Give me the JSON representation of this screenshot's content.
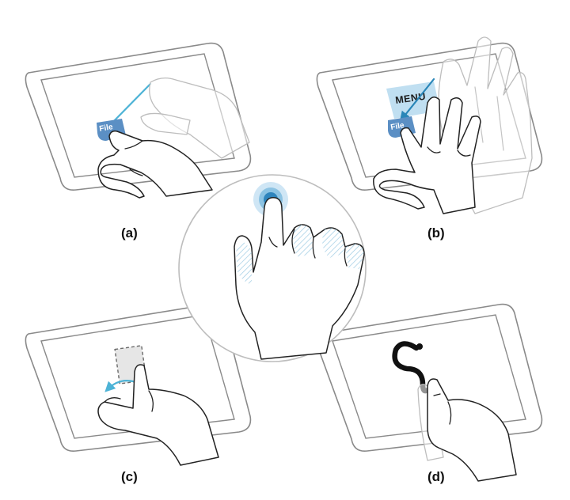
{
  "colors": {
    "accent": "#4db3d6",
    "accent_dark": "#2a86b8",
    "button_blue": "#5b8fc4",
    "menu_fill": "#b9dcef",
    "hatch": "#9ccbe3",
    "stroke_gesture": "#111111"
  },
  "panels": {
    "a": {
      "label": "(a)",
      "button_text": "File"
    },
    "b": {
      "label": "(b)",
      "button_text": "File",
      "menu_text": "MENU"
    },
    "c": {
      "label": "(c)"
    },
    "d": {
      "label": "(d)"
    }
  }
}
